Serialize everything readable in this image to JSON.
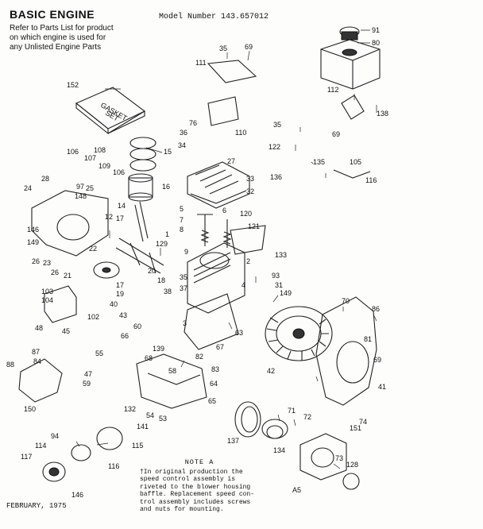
{
  "header": {
    "title": "BASIC ENGINE",
    "model": "Model Number 143.657012",
    "subtitle_lines": [
      "Refer to Parts List for product",
      "on which engine is used for",
      "any Unlisted Engine Parts"
    ]
  },
  "note": {
    "title": "NOTE A",
    "lines": [
      "†In original production the",
      "speed control assembly is",
      "riveted to the blower housing",
      "baffle. Replacement speed con-",
      "trol assembly includes screws",
      "and nuts for mounting."
    ]
  },
  "footer": {
    "date": "FEBRUARY, 1975",
    "ref_code": "A5"
  },
  "gasket_label": [
    "GASKET",
    "SET"
  ],
  "callouts": [
    "91",
    "80",
    "35",
    "69",
    "111",
    "152",
    "112",
    "138",
    "76",
    "36",
    "34",
    "110",
    "35",
    "69",
    "122",
    "27",
    "33",
    "32",
    "135",
    "105",
    "136",
    "116",
    "106",
    "108",
    "107",
    "109",
    "28",
    "97",
    "25",
    "24",
    "148",
    "146",
    "15",
    "106",
    "16",
    "14",
    "17",
    "5",
    "6",
    "7",
    "8",
    "9",
    "120",
    "121",
    "1",
    "12",
    "129",
    "26",
    "149",
    "23",
    "22",
    "133",
    "2",
    "21",
    "26",
    "20",
    "93",
    "17",
    "19",
    "18",
    "35",
    "38",
    "103",
    "104",
    "31",
    "37",
    "4",
    "149",
    "70",
    "86",
    "102",
    "40",
    "43",
    "60",
    "3",
    "66",
    "48",
    "45",
    "63",
    "139",
    "67",
    "82",
    "81",
    "87",
    "84",
    "55",
    "58",
    "68",
    "83",
    "42",
    "69",
    "88",
    "41",
    "47",
    "59",
    "64",
    "150",
    "132",
    "54",
    "53",
    "141",
    "65",
    "74",
    "71",
    "72",
    "151",
    "94",
    "115",
    "137",
    "134",
    "114",
    "117",
    "116",
    "73",
    "128",
    "146"
  ]
}
